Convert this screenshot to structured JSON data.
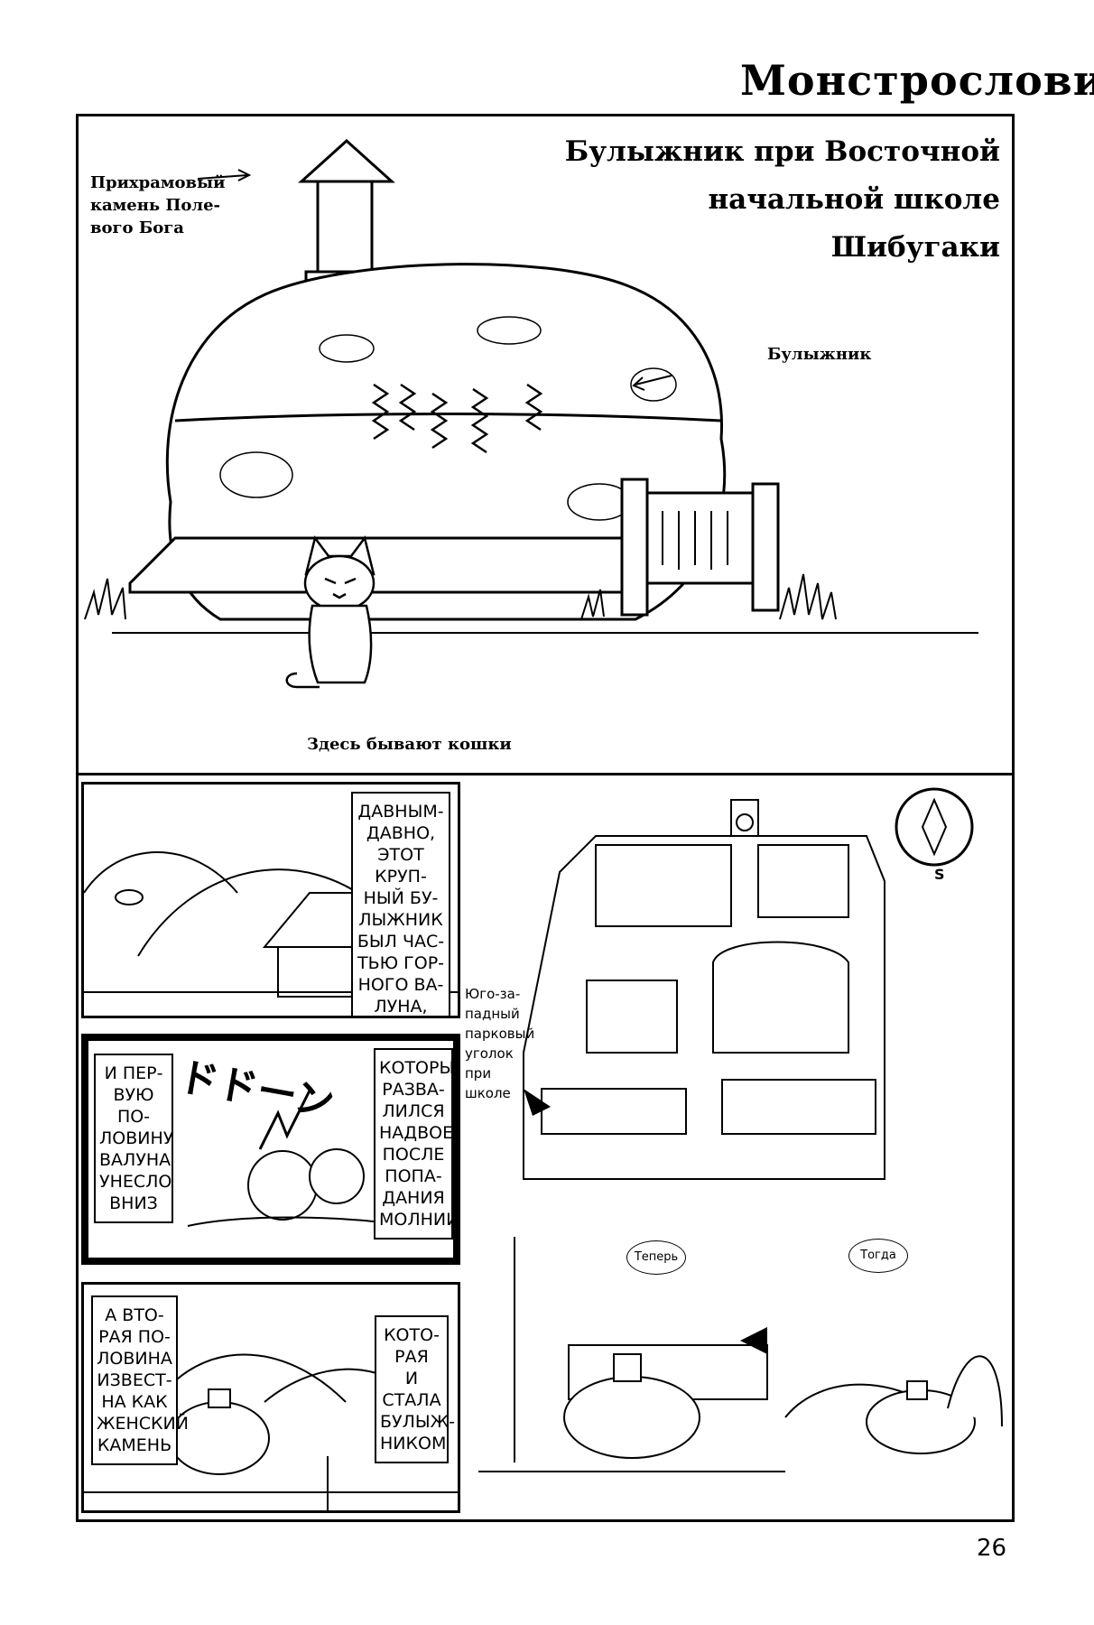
{
  "header": {
    "title": "Монстрословие"
  },
  "top_panel": {
    "subtitle_lines": [
      "Булыжник при Восточной",
      "начальной школе",
      "Шибугаки"
    ],
    "label_shrine_lines": [
      "Прихрамовый",
      "камень Поле-",
      "вого Бога"
    ],
    "label_boulder": "Булыжник",
    "label_cats": "Здесь бывают кошки"
  },
  "panel_history_1": {
    "caption_lines": [
      "ДАВНЫМ-",
      "ДАВНО,",
      "ЭТОТ КРУП-",
      "НЫЙ БУ-",
      "ЛЫЖНИК",
      "БЫЛ ЧАС-",
      "ТЬЮ ГОР-",
      "НОГО ВА-",
      "ЛУНА,"
    ]
  },
  "panel_history_2": {
    "caption_left_lines": [
      "И ПЕР-",
      "ВУЮ ПО-",
      "ЛОВИНУ",
      "ВАЛУНА",
      "УНЕСЛО",
      "ВНИЗ"
    ],
    "caption_right_lines": [
      "КОТОРЫЙ",
      "РАЗВА-",
      "ЛИЛСЯ",
      "НАДВОЕ",
      "ПОСЛЕ",
      "ПОПА-",
      "ДАНИЯ",
      "МОЛНИИ"
    ],
    "sfx": "ドドーン"
  },
  "panel_history_3": {
    "caption_left_lines": [
      "А ВТО-",
      "РАЯ ПО-",
      "ЛОВИНА",
      "ИЗВЕСТ-",
      "НА КАК",
      "ЖЕНСКИЙ",
      "КАМЕНЬ"
    ],
    "caption_right_lines": [
      "КОТО-",
      "РАЯ",
      "И",
      "СТАЛА",
      "БУЛЫЖ-",
      "НИКОМ"
    ]
  },
  "map_panel": {
    "label_lines": [
      "Юго-за-",
      "падный",
      "парковый",
      "уголок при",
      "школе"
    ],
    "compass_letter": "S"
  },
  "compare_panel": {
    "now_label": "Теперь",
    "then_label": "Тогда"
  },
  "page_number": "26"
}
